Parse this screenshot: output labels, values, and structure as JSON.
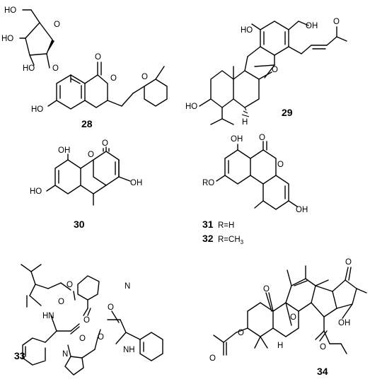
{
  "compounds": [
    {
      "id": "28",
      "atoms": [
        "HO",
        "O",
        "HO",
        "HO",
        "O",
        "O",
        "O",
        "HO",
        "O"
      ]
    },
    {
      "id": "29",
      "atoms": [
        "HO",
        "OH",
        "O",
        "O",
        "HO",
        "H"
      ]
    },
    {
      "id": "30",
      "atoms": [
        "O",
        "OH",
        "O",
        "OH",
        "HO"
      ]
    },
    {
      "id": "31",
      "atoms": [
        "OH",
        "O",
        "O",
        "RO",
        "OH"
      ],
      "caption": "R=H"
    },
    {
      "id": "32",
      "caption": "R=CH",
      "caption_sub": "3"
    },
    {
      "id": "33",
      "atoms": [
        "O",
        "O",
        "N",
        "O",
        "HN",
        "O",
        "O",
        "N",
        "O",
        "NH"
      ]
    },
    {
      "id": "34",
      "atoms": [
        "O",
        "O",
        "O",
        "H",
        "OH",
        "O",
        "O",
        "O"
      ]
    }
  ]
}
